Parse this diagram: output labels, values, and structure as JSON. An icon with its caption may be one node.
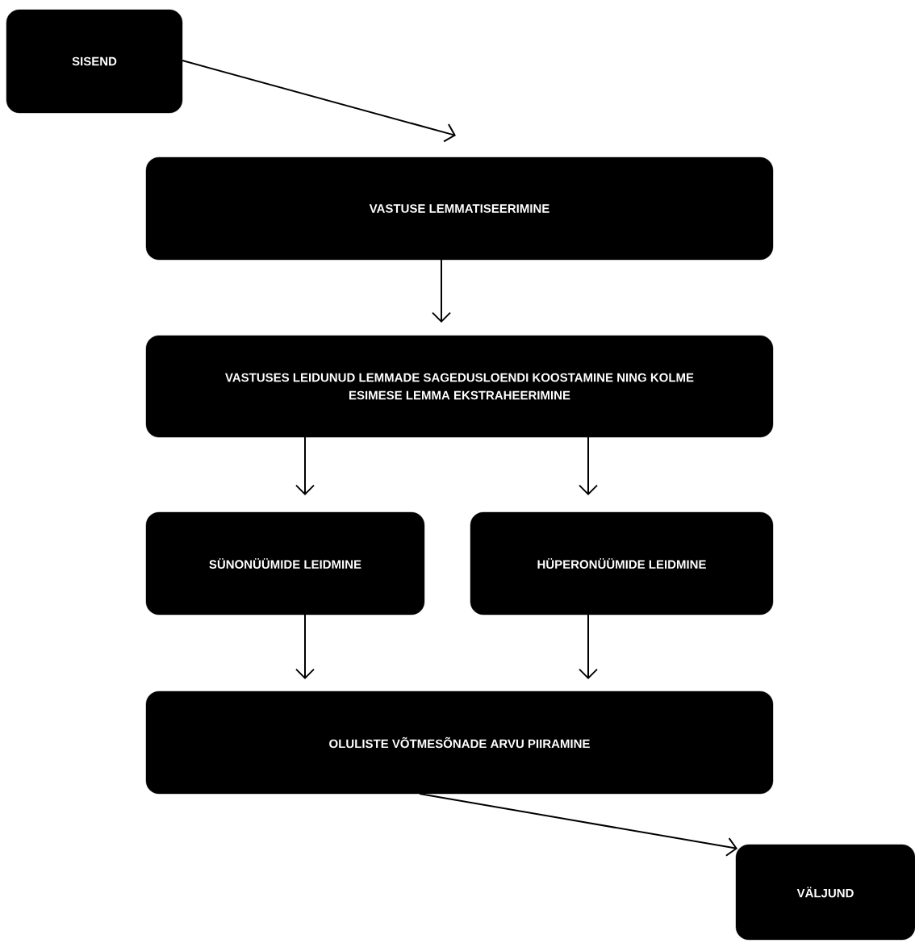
{
  "diagram": {
    "nodes": [
      {
        "text": [
          "SISEND"
        ]
      },
      {
        "text": [
          "VASTUSE LEMMATISEERIMINE"
        ]
      },
      {
        "text": [
          "VASTUSES LEIDUNUD LEMMADE SAGEDUSLOENDI KOOSTAMINE NING KOLME ESIMESE LEMMA EKSTRAHEERIMINE"
        ]
      },
      {
        "text": [
          "SÜNONÜÜMIDE LEIDMINE"
        ]
      },
      {
        "text": [
          "HÜPERONÜÜMIDE LEIDMINE"
        ]
      },
      {
        "text": [
          "OLULISTE VÕTMESÕNADE ARVU PIIRAMINE"
        ]
      },
      {
        "text": [
          "VÄLJUND"
        ]
      }
    ],
    "edges": [
      {
        "from": 0,
        "to": 1,
        "arrow": "to"
      },
      {
        "from": 1,
        "to": 2,
        "arrow": "to"
      },
      {
        "from": 2,
        "to": 3,
        "arrow": "to"
      },
      {
        "from": 2,
        "to": 4,
        "arrow": "to"
      },
      {
        "from": 3,
        "to": 5,
        "arrow": "to"
      },
      {
        "from": 4,
        "to": 5,
        "arrow": "to"
      },
      {
        "from": 5,
        "to": 6,
        "arrow": "to"
      }
    ]
  }
}
